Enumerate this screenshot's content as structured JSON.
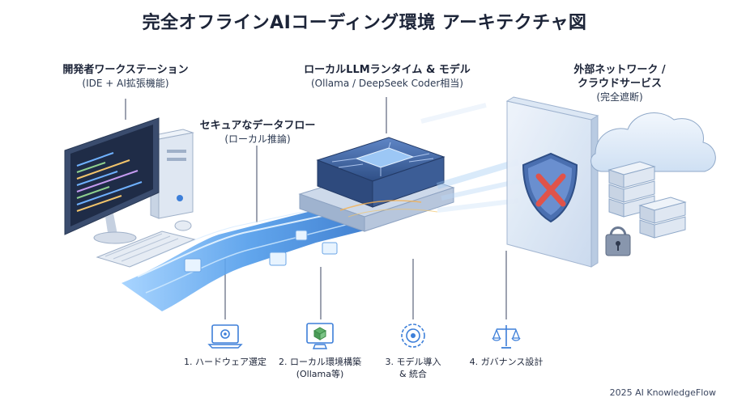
{
  "title": "完全オフラインAIコーディング環境 アーキテクチャ図",
  "workstation": {
    "title": "開発者ワークステーション",
    "subtitle": "(IDE + AI拡張機能)"
  },
  "runtime": {
    "title": "ローカルLLMランタイム & モデル",
    "subtitle": "(Ollama / DeepSeek Coder相当)"
  },
  "dataflow": {
    "title": "セキュアなデータフロー",
    "subtitle": "(ローカル推論)"
  },
  "external": {
    "title_line1": "外部ネットワーク /",
    "title_line2": "クラウドサービス",
    "subtitle": "(完全遮断)"
  },
  "steps": [
    {
      "icon": "gear-laptop-icon",
      "line1": "1. ハードウェア選定",
      "line2": ""
    },
    {
      "icon": "cube-monitor-icon",
      "line1": "2. ローカル環境構築",
      "line2": "(Ollama等)"
    },
    {
      "icon": "brain-gear-icon",
      "line1": "3. モデル導入",
      "line2": "& 統合"
    },
    {
      "icon": "balance-scale-icon",
      "line1": "4. ガバナンス設計",
      "line2": ""
    }
  ],
  "footer": "2025 AI KnowledgeFlow",
  "colors": {
    "accent_blue": "#3d7fd9",
    "flow_light": "#bfe0ff",
    "shield": "#4a6fb0",
    "cross": "#e0534a"
  }
}
